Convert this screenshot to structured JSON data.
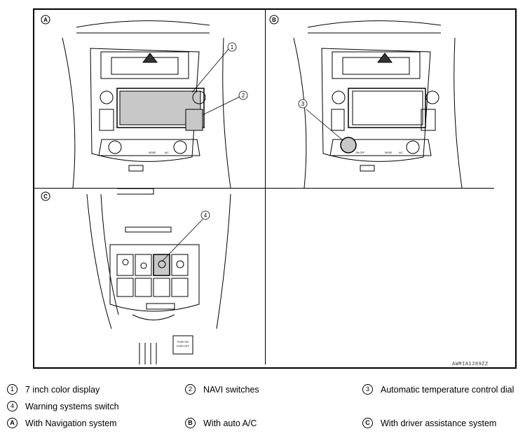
{
  "panels": [
    {
      "id": "A",
      "badge": "A"
    },
    {
      "id": "B",
      "badge": "B"
    },
    {
      "id": "C",
      "badge": "C"
    }
  ],
  "callouts": [
    "1",
    "2",
    "3",
    "4"
  ],
  "switch_labels": {
    "mode": "MODE",
    "ac": "A/C",
    "onoff": "ON·OFF",
    "push_on": "PUSH ON",
    "push_off": "PUSH OFF"
  },
  "figure_code": "AWMIA1289ZZ",
  "legend": [
    {
      "mark": "1",
      "text": "7 inch color display"
    },
    {
      "mark": "2",
      "text": "NAVI switches"
    },
    {
      "mark": "3",
      "text": "Automatic temperature control dial"
    },
    {
      "mark": "4",
      "text": "Warning systems switch"
    },
    {
      "mark": "A",
      "text": "With Navigation system"
    },
    {
      "mark": "B",
      "text": "With auto A/C"
    },
    {
      "mark": "C",
      "text": "With driver assistance system"
    }
  ]
}
